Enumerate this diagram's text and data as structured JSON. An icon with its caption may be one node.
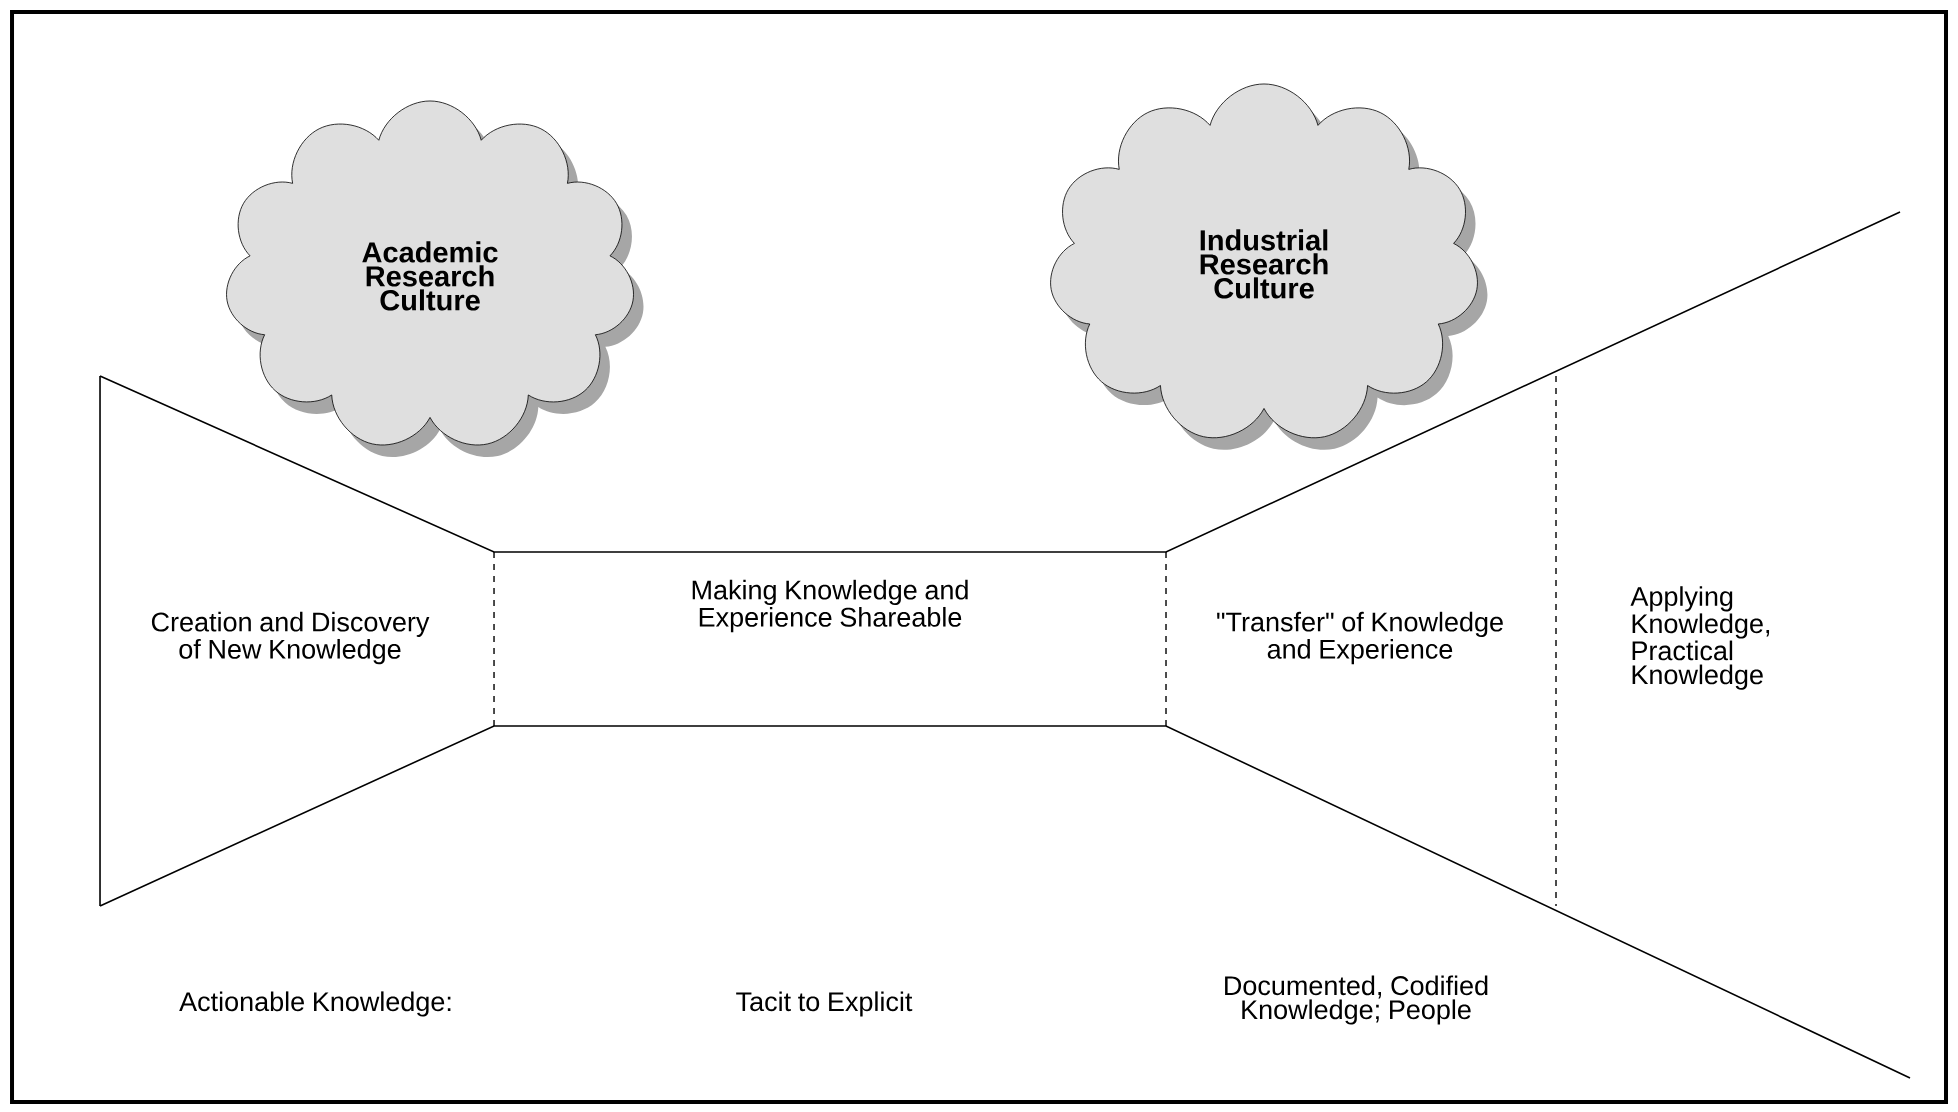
{
  "diagram": {
    "nodes": [
      {
        "text": [
          "Academic Research Culture"
        ]
      },
      {
        "text": [
          "Industrial Research Culture"
        ]
      }
    ],
    "labels": [
      "Creation and Discovery of New Knowledge",
      "Making Knowledge and Experience Shareable",
      "\"Transfer\" of Knowledge and Experience",
      "Applying Knowledge, Practical Knowledge",
      "Actionable Knowledge:",
      "Tacit to Explicit",
      "Documented, Codified Knowledge; People"
    ]
  }
}
